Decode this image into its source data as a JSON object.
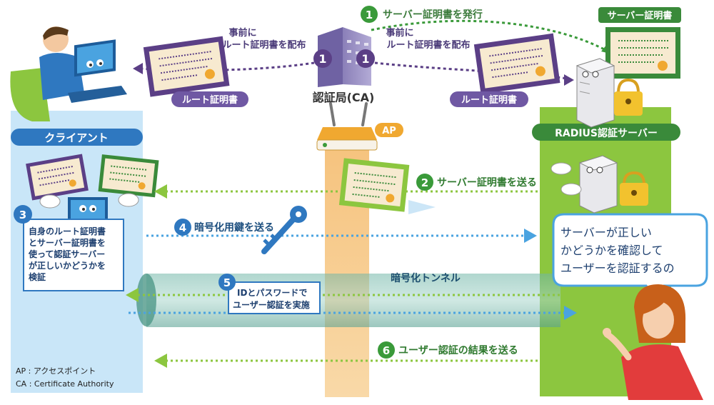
{
  "step1": {
    "num": "1",
    "label": "サーバー証明書を発行"
  },
  "server_cert_tag": "サーバー証明書",
  "ca": {
    "label": "認証局(CA)",
    "badge_left": "1",
    "badge_right": "1"
  },
  "left_distribution": {
    "line1": "事前に",
    "line2": "ルート証明書を配布"
  },
  "right_distribution": {
    "line1": "事前に",
    "line2": "ルート証明書を配布"
  },
  "root_cert_left": "ルート証明書",
  "root_cert_right": "ルート証明書",
  "ap_tag": "AP",
  "client_tag": "クライアント",
  "radius_tag": "RADIUS認証サーバー",
  "step2": {
    "num": "2",
    "label": "サーバー証明書を送る"
  },
  "step3": {
    "num": "3",
    "lines": [
      "自身のルート証明書",
      "とサーバー証明書を",
      "使って認証サーバー",
      "が正しいかどうかを",
      "検証"
    ]
  },
  "step4": {
    "num": "4",
    "label": "暗号化用鍵を送る"
  },
  "tunnel_label": "暗号化トンネル",
  "step5": {
    "num": "5",
    "line1": "IDとパスワードで",
    "line2": "ユーザー認証を実施"
  },
  "step6": {
    "num": "6",
    "label": "ユーザー認証の結果を送る"
  },
  "speech": {
    "line1": "サーバーが正しい",
    "line2": "かどうかを確認して",
    "line3": "ユーザーを認証するの"
  },
  "legend": {
    "ap": "AP : アクセスポイント",
    "ca": "CA : Certificate Authority"
  },
  "colors": {
    "client_panel": "#c9e6f8",
    "server_panel": "#8cc63f",
    "ap_column": "#f7c98a",
    "green": "#3a9a3a",
    "purple": "#5b3f86",
    "blue_badge": "#2f78c0",
    "tunnel": "#6fb5a6"
  }
}
